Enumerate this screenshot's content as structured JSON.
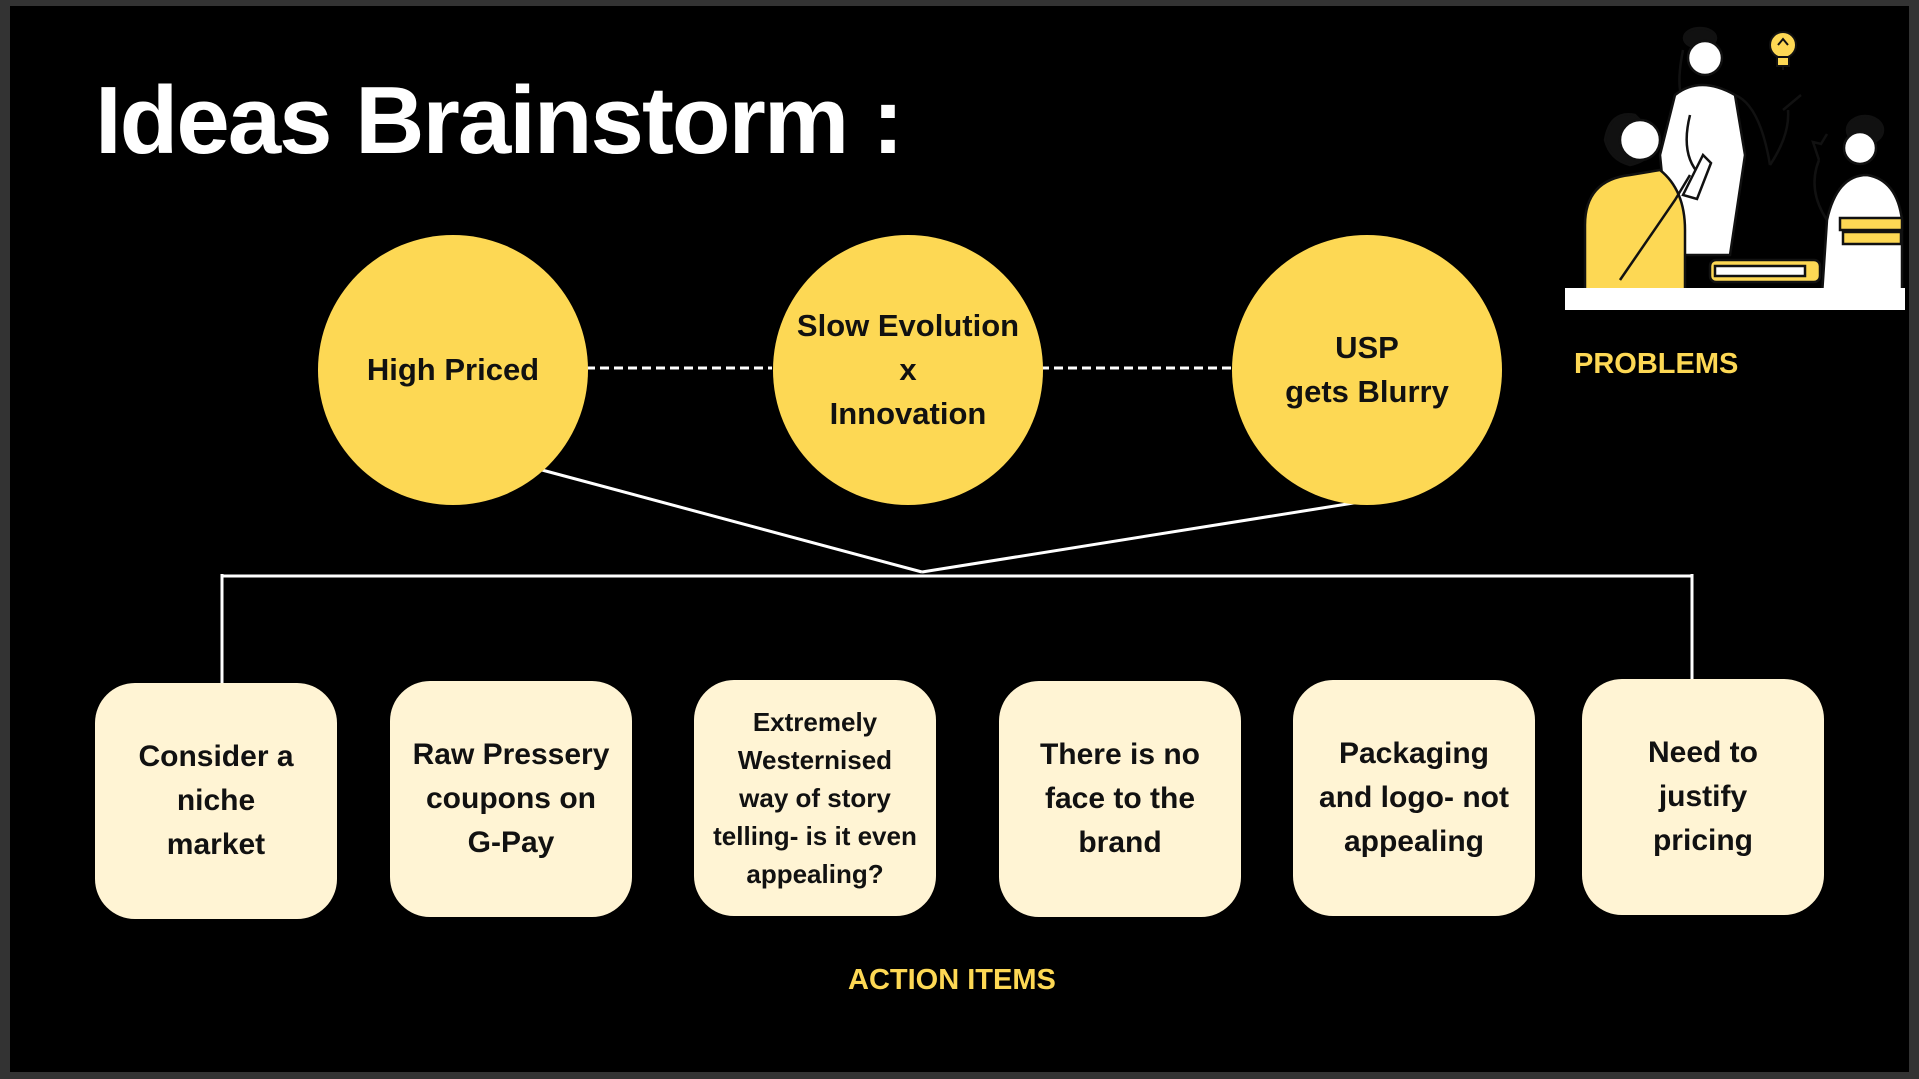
{
  "title": "Ideas Brainstorm :",
  "problems_label": "PROBLEMS",
  "action_items_label": "ACTION ITEMS",
  "problems": [
    {
      "lines": [
        "High Priced"
      ]
    },
    {
      "lines": [
        "Slow Evolution",
        "x",
        "Innovation"
      ]
    },
    {
      "lines": [
        "USP",
        "gets Blurry"
      ]
    }
  ],
  "action_items": [
    {
      "lines": [
        "Consider a",
        "niche",
        "market"
      ]
    },
    {
      "lines": [
        "Raw Pressery",
        "coupons on",
        "G-Pay"
      ]
    },
    {
      "lines": [
        "Extremely",
        "Westernised",
        "way of story",
        "telling- is it even",
        "appealing?"
      ]
    },
    {
      "lines": [
        "There is no",
        "face to the",
        "brand"
      ]
    },
    {
      "lines": [
        "Packaging",
        "and logo- not",
        "appealing"
      ]
    },
    {
      "lines": [
        "Need to",
        "justify",
        "pricing"
      ]
    }
  ],
  "colors": {
    "background": "#000000",
    "accent_yellow": "#fdd854",
    "box_fill": "#fff4d4",
    "text_dark": "#111111",
    "title_white": "#ffffff"
  },
  "illustration": "people-brainstorming-illustration"
}
